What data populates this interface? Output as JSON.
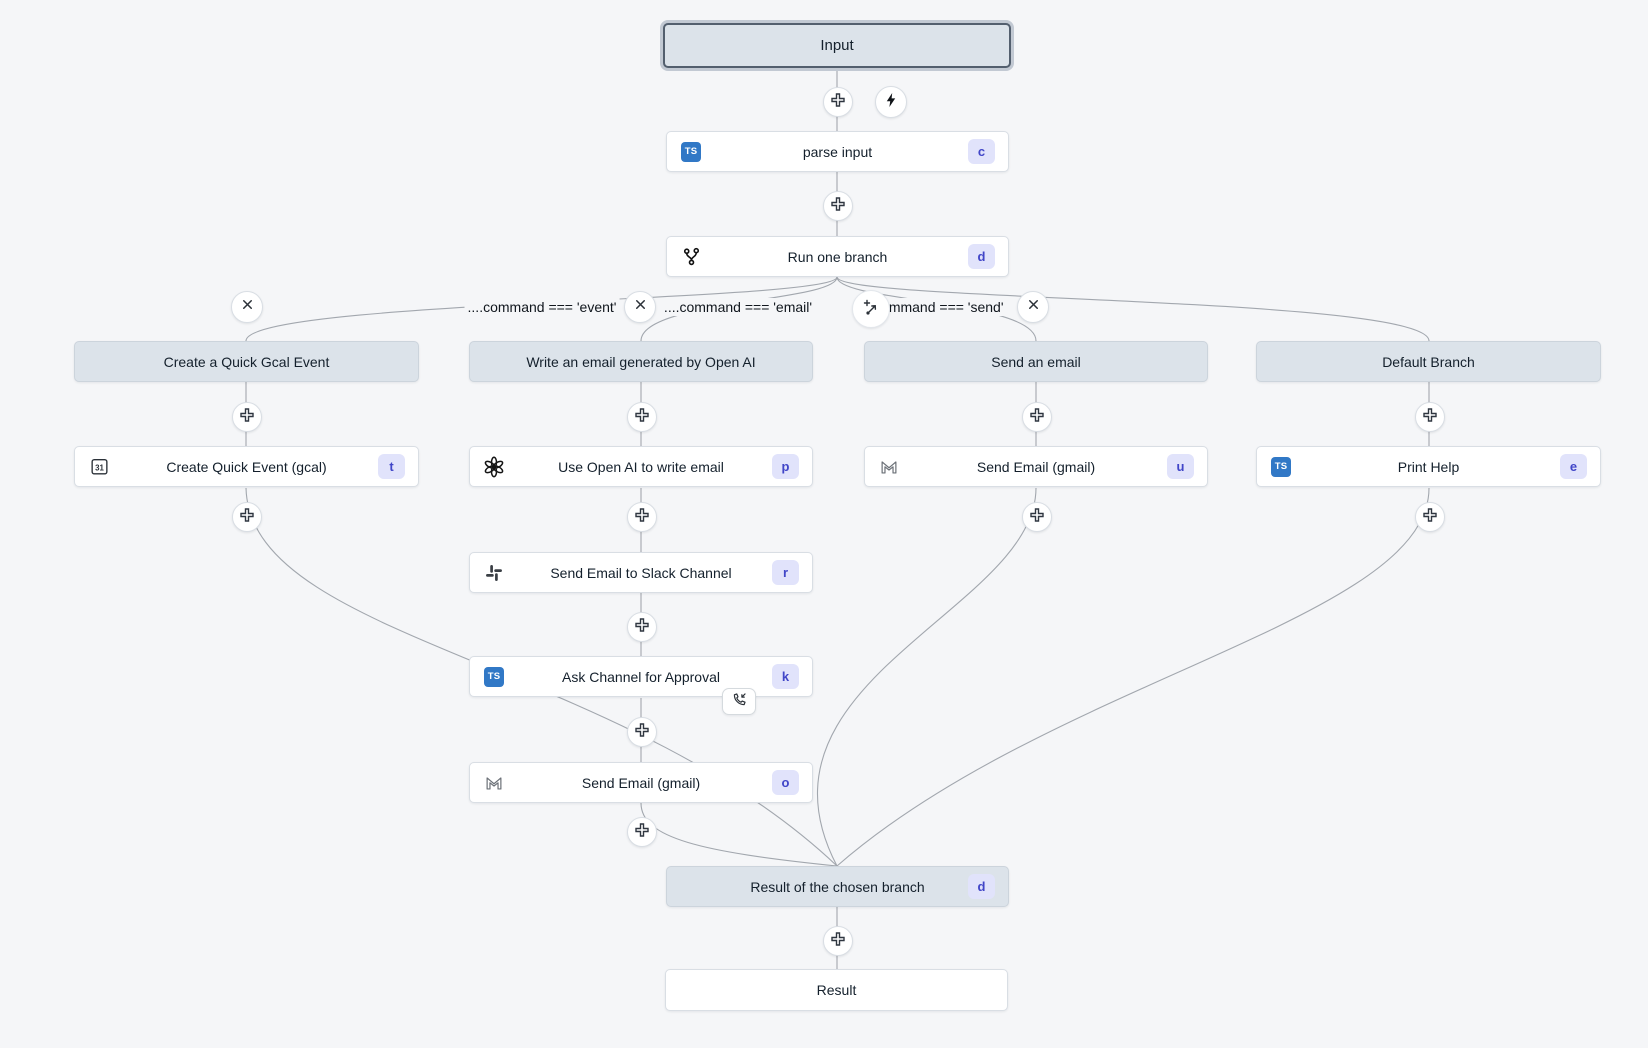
{
  "nodes": {
    "input": {
      "label": "Input"
    },
    "parse_input": {
      "label": "parse input",
      "key": "c",
      "icon": "typescript-icon"
    },
    "run_one_branch": {
      "label": "Run one branch",
      "key": "d",
      "icon": "branch-icon"
    },
    "result_of_branch": {
      "label": "Result of the chosen branch",
      "key": "d"
    },
    "result": {
      "label": "Result"
    }
  },
  "branches": [
    {
      "title": "Create a Quick Gcal Event",
      "condition": "....command === 'event'",
      "steps": [
        {
          "label": "Create Quick Event (gcal)",
          "key": "t",
          "icon": "calendar-icon"
        }
      ]
    },
    {
      "title": "Write an email generated by Open AI",
      "condition": "....command === 'email'",
      "steps": [
        {
          "label": "Use Open AI to write email",
          "key": "p",
          "icon": "openai-icon"
        },
        {
          "label": "Send Email to Slack Channel",
          "key": "r",
          "icon": "slack-icon"
        },
        {
          "label": "Ask Channel for Approval",
          "key": "k",
          "icon": "typescript-icon",
          "suspend": true
        },
        {
          "label": "Send Email (gmail)",
          "key": "o",
          "icon": "gmail-icon"
        }
      ]
    },
    {
      "title": "Send an email",
      "condition": "....command === 'send'",
      "steps": [
        {
          "label": "Send Email (gmail)",
          "key": "u",
          "icon": "gmail-icon"
        }
      ]
    },
    {
      "title": "Default Branch",
      "condition": null,
      "steps": [
        {
          "label": "Print Help",
          "key": "e",
          "icon": "typescript-icon"
        }
      ]
    }
  ],
  "colors": {
    "background": "#f5f6f8",
    "node_gray": "#dce3ea",
    "key_badge_bg": "#e1e3fb",
    "key_badge_text": "#4146c8",
    "typescript_blue": "#3178c6",
    "edge": "#a2a7ae"
  }
}
